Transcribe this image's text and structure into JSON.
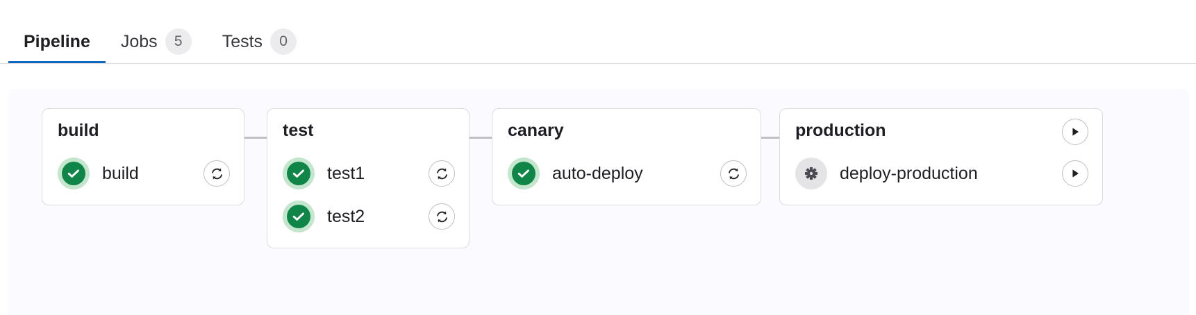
{
  "tabs": [
    {
      "label": "Pipeline",
      "badge": null,
      "active": true,
      "name": "tab-pipeline"
    },
    {
      "label": "Jobs",
      "badge": "5",
      "active": false,
      "name": "tab-jobs"
    },
    {
      "label": "Tests",
      "badge": "0",
      "active": false,
      "name": "tab-tests"
    }
  ],
  "colors": {
    "accent": "#1068bf",
    "success": "#108548",
    "success_halo": "#c3e6cd",
    "manual": "#e4e4e7",
    "manual_glyph": "#4a4a52",
    "panel_bg": "#fafaff",
    "card_border": "#dcdcde",
    "connector": "#bfbfc3"
  },
  "pipeline": {
    "stages": [
      {
        "name": "build",
        "title": "build",
        "header_action": null,
        "jobs": [
          {
            "name": "build",
            "status": "success",
            "status_icon": "check-icon",
            "action": "retry",
            "action_icon": "retry-icon"
          }
        ]
      },
      {
        "name": "test",
        "title": "test",
        "header_action": null,
        "jobs": [
          {
            "name": "test1",
            "status": "success",
            "status_icon": "check-icon",
            "action": "retry",
            "action_icon": "retry-icon"
          },
          {
            "name": "test2",
            "status": "success",
            "status_icon": "check-icon",
            "action": "retry",
            "action_icon": "retry-icon"
          }
        ]
      },
      {
        "name": "canary",
        "title": "canary",
        "header_action": null,
        "jobs": [
          {
            "name": "auto-deploy",
            "status": "success",
            "status_icon": "check-icon",
            "action": "retry",
            "action_icon": "retry-icon"
          }
        ]
      },
      {
        "name": "production",
        "title": "production",
        "header_action": "play",
        "header_action_icon": "play-icon",
        "jobs": [
          {
            "name": "deploy-production",
            "status": "manual",
            "status_icon": "gear-icon",
            "action": "play",
            "action_icon": "play-icon"
          }
        ]
      }
    ]
  }
}
